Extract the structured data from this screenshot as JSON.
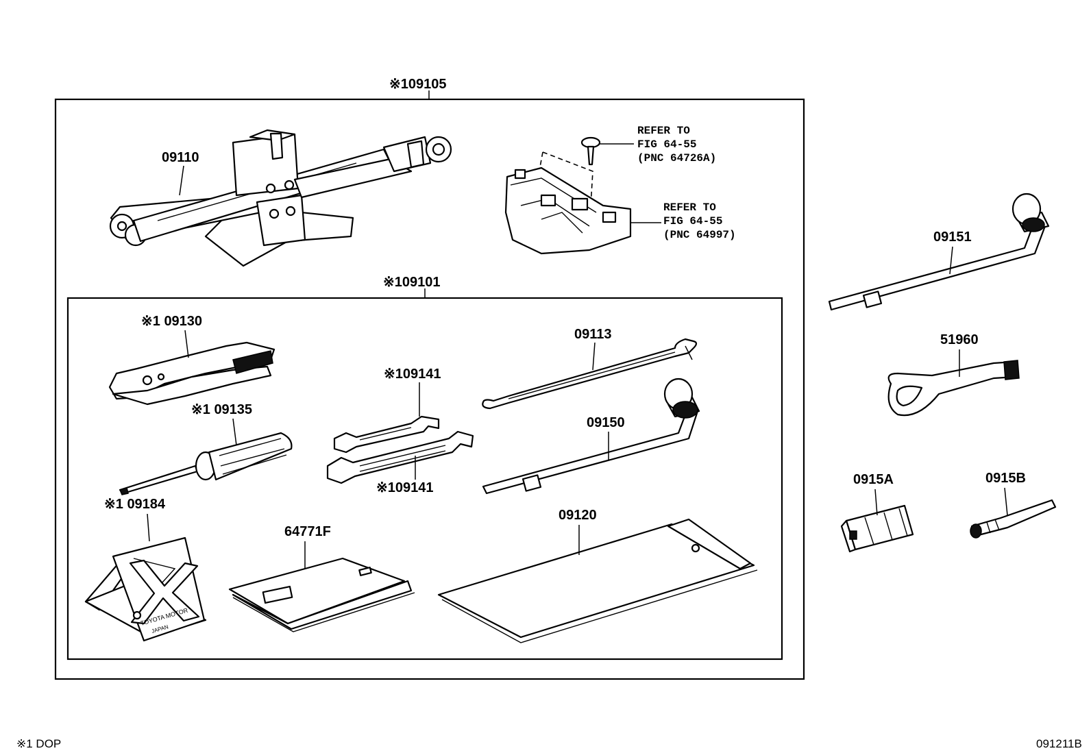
{
  "labels": {
    "kit_outer": "※109105",
    "kit_inner": "※109101",
    "jack": "09110",
    "pliers": "※1 09130",
    "screwdriver": "※1 09135",
    "wrench_upper": "※109141",
    "wrench_lower": "※109141",
    "hook_rod": "09113",
    "handle_inner": "09150",
    "wheel_chock": "※1 09184",
    "manual": "64771F",
    "tool_bag": "09120",
    "lug_wrench": "09151",
    "tow_eye": "51960",
    "adapter_a": "0915A",
    "adapter_b": "0915B"
  },
  "refs": {
    "clip": [
      "REFER TO",
      "FIG 64-55",
      "(PNC 64726A)"
    ],
    "tray": [
      "REFER TO",
      "FIG 64-55",
      "(PNC 64997)"
    ]
  },
  "chock_text": [
    "TOYOTA MOTOR",
    "JAPAN"
  ],
  "footer": {
    "note": "※1 DOP",
    "code": "091211B"
  }
}
